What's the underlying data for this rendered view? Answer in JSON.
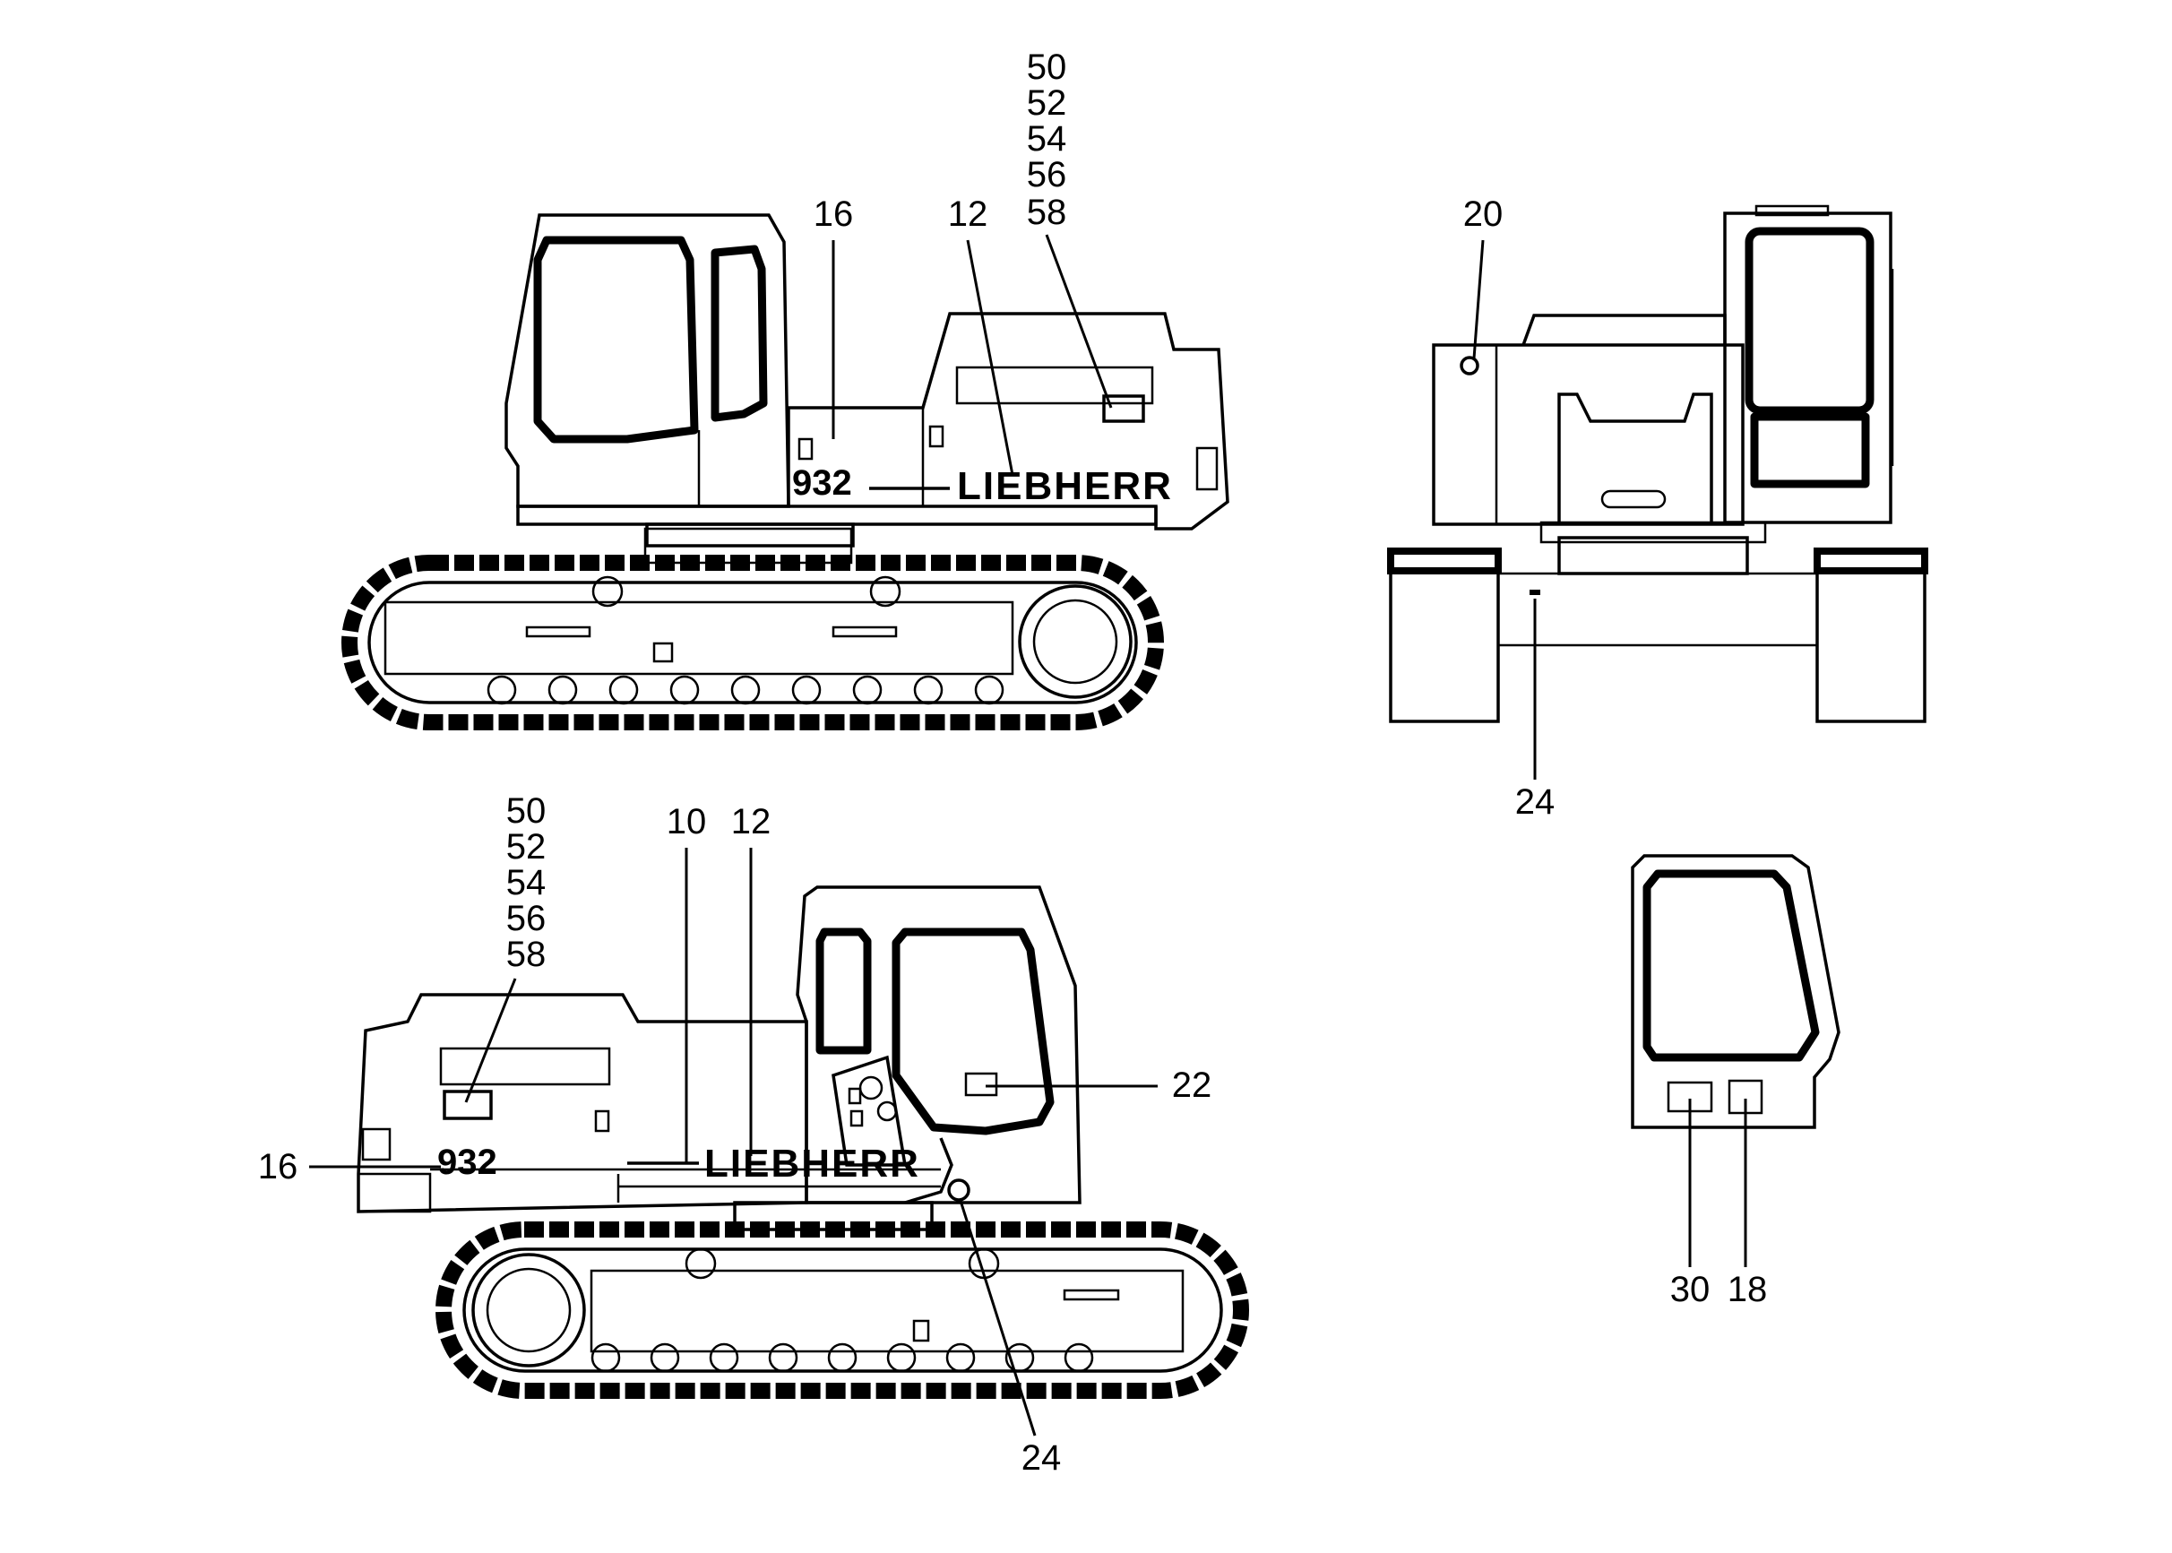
{
  "views": {
    "side_left": {
      "brand_text": "LIEBHERR",
      "model_text": "932",
      "callouts": {
        "decal_16": "16",
        "decal_12": "12",
        "decal_group": [
          "50",
          "52",
          "54",
          "56",
          "58"
        ]
      }
    },
    "front": {
      "callouts": {
        "decal_20": "20",
        "decal_24": "24"
      }
    },
    "side_right": {
      "brand_text": "LIEBHERR",
      "model_text": "932",
      "callouts": {
        "decal_group": [
          "50",
          "52",
          "54",
          "56",
          "58"
        ],
        "decal_10": "10",
        "decal_12": "12",
        "decal_16": "16",
        "decal_22": "22",
        "decal_24": "24"
      }
    },
    "cab_door": {
      "callouts": {
        "decal_30": "30",
        "decal_18": "18"
      }
    }
  }
}
